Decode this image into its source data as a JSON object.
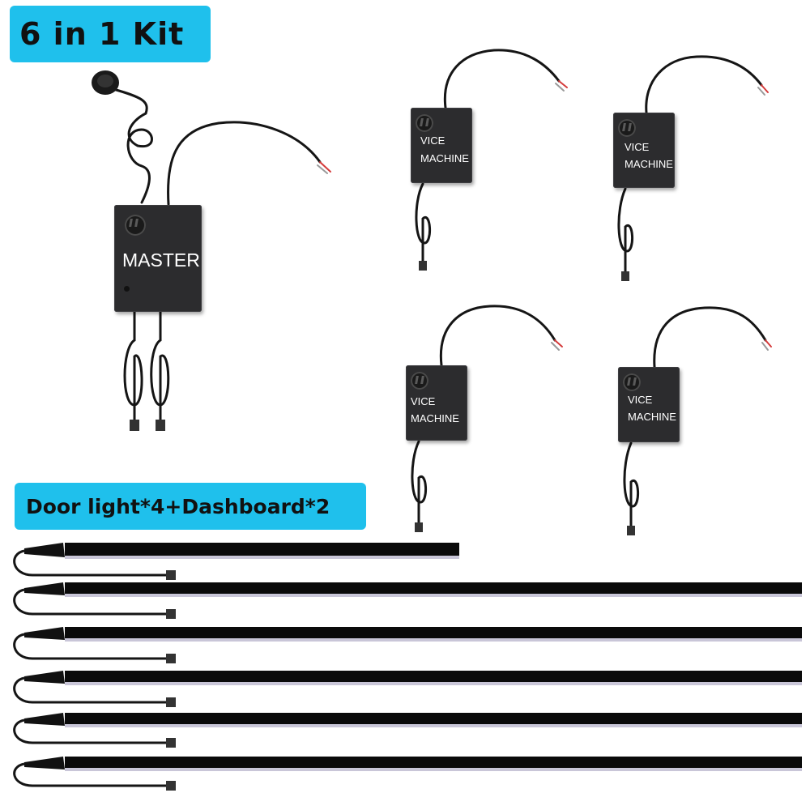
{
  "kit_title": "6 in 1 Kit",
  "strips_title": "Door light*4+Dashboard*2",
  "master_box": {
    "label": "MASTER"
  },
  "slave_boxes": [
    {
      "line1": "VICE",
      "line2": "MACHINE"
    },
    {
      "line1": "VICE",
      "line2": "MACHINE"
    },
    {
      "line1": "VICE",
      "line2": "MACHINE"
    },
    {
      "line1": "VICE",
      "line2": "MACHINE"
    }
  ],
  "colors": {
    "badge": "#1fc0ec",
    "box": "#2c2c2e",
    "strip": "#0a0a0a",
    "strip_glow": "#c9c6d8",
    "wire": "#151515",
    "wire_red": "#d43a3a"
  },
  "icons": [
    "switch-button-icon",
    "brand-logo-icon"
  ]
}
